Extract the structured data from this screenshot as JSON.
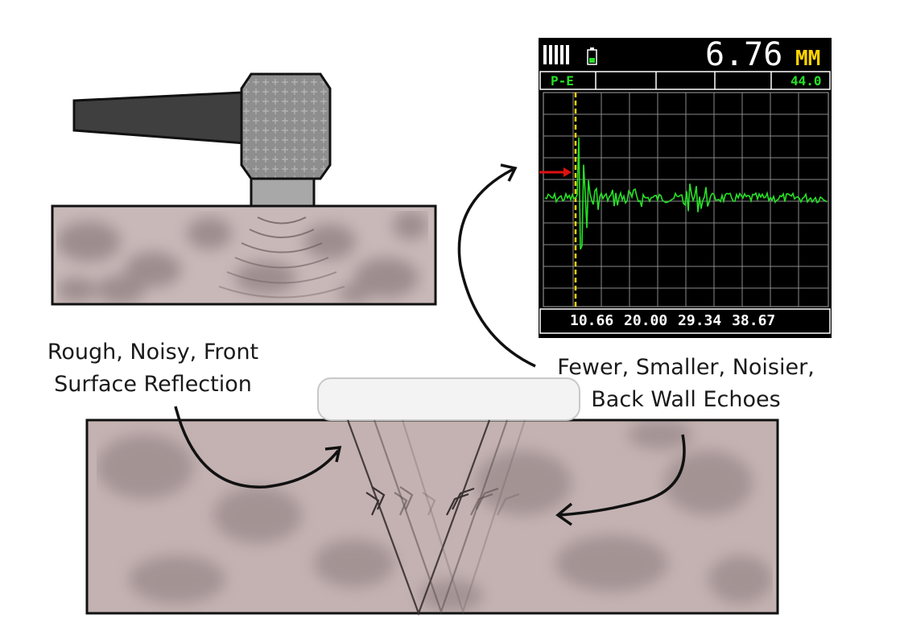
{
  "labels": {
    "front_surface_line1": "Rough, Noisy, Front",
    "front_surface_line2": "Surface Reflection",
    "back_wall_line1": "Fewer, Smaller, Noisier,",
    "back_wall_line2": "Back Wall Echoes"
  },
  "gauge_screen": {
    "thickness_reading": "6.76",
    "unit": "MM",
    "mode": "P-E",
    "gain": "44.0",
    "axis_ticks": "10.66 20.00 29.34 38.67"
  },
  "colors": {
    "material": "#c4b2b2",
    "waveform": "#27e027",
    "gate": "#ffd400",
    "marker": "#e01010"
  }
}
